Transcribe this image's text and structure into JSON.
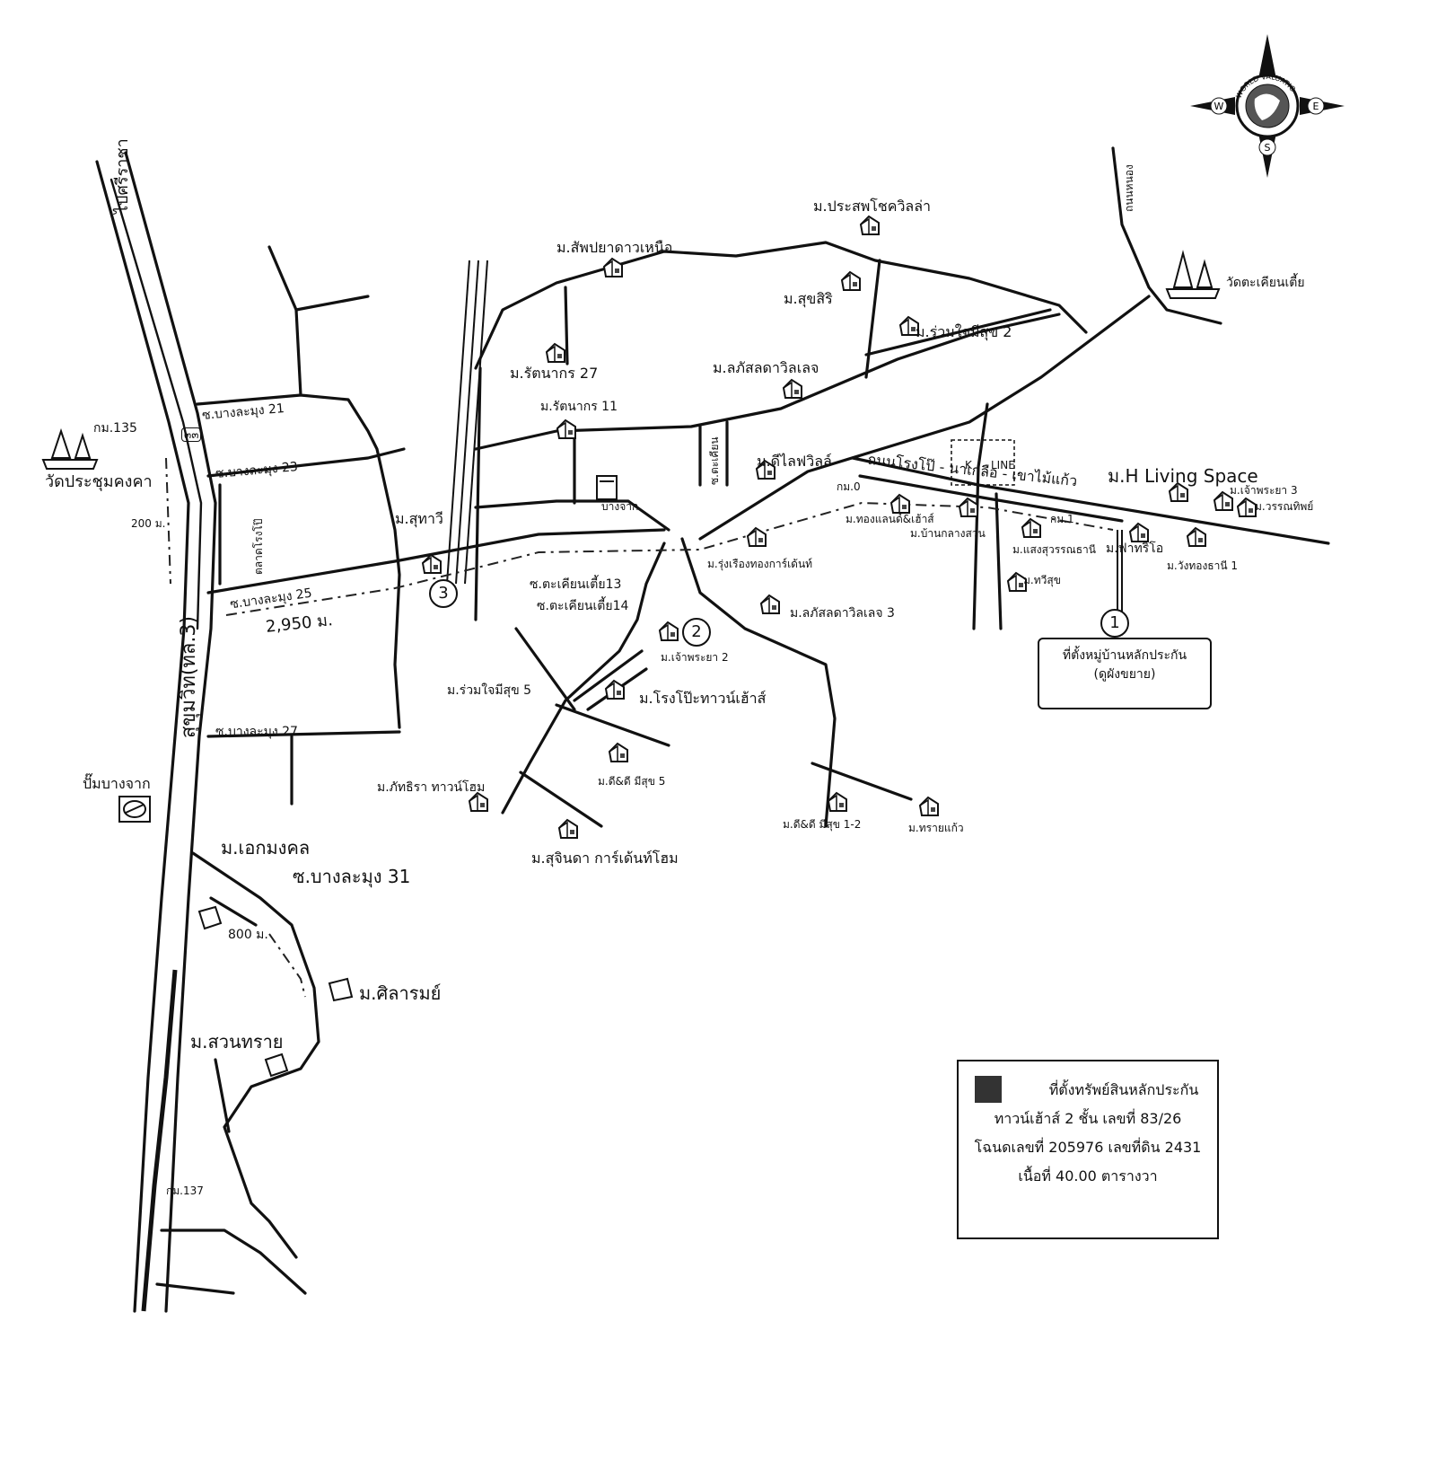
{
  "streets": {
    "sukhumvit": "สุขุมวิท(ทล.3)",
    "to_sriracha": "ไปศรีราชา",
    "soi_21": "ซ.บางละมุง 21",
    "soi_23": "ซ.บางละมุง 23",
    "soi_25": "ซ.บางละมุง 25",
    "soi_27": "ซ.บางละมุง 27",
    "soi_31": "ซ.บางละมุง 31",
    "soi_takhian_13": "ซ.ตะเคียนเตี้ย13",
    "soi_takhian_14": "ซ.ตะเคียนเตี้ย14",
    "main_road": "ถนนโรงโป๊ - นาเกลือ - เขาไม้แก้ว",
    "market_road": "ตลาดโรงโป๊",
    "soi_vertical": "ซ.ตะเคียน",
    "rd_east": "ถนนหนอง"
  },
  "distances": {
    "d_200": "200 ม.",
    "d_2950": "2,950 ม.",
    "d_800": "800 ม."
  },
  "km_markers": {
    "km135": "กม.135",
    "km137": "กม.137",
    "km0": "กม.0",
    "km1": "กม.1"
  },
  "landmarks": {
    "wat_prachum": "วัดประชุมคงคา",
    "wat_takhian": "วัดตะเคียนเตี้ย",
    "pump": "ปั๊มบางจาก",
    "bangchak_shop": "บางจาก",
    "k_line_k": "K",
    "k_line_line": "LINE",
    "route_shield": "๓๓"
  },
  "villages": {
    "prasopchok": "ม.ประสพโชควิลล่า",
    "sappaya": "ม.สัพปยาดาวเหนือ",
    "suksiri": "ม.สุขสิริ",
    "ruamjai2": "ม.ร่วมใจมีสุข 2",
    "rattanakorn27": "ม.รัตนากร 27",
    "lapat": "ม.ลภัสลดาวิลเลจ",
    "rattanakorn11": "ม.รัตนากร 11",
    "d_life": "ม.ดีไลฟวิลล์",
    "h_living": "ม.H Living Space",
    "chaophraya3": "ม.เจ้าพระยา 3",
    "wannathip": "ม.วรรณทิพย์",
    "thongland": "ม.ทองแลนด์&เฮ้าส์",
    "ban_klang": "ม.บ้านกลางสวน",
    "saengsuwan": "ม.แสงสุวรรณธานี",
    "fatario": "ม.ฟาทริโอ",
    "wangthong1": "ม.วังทองธานี 1",
    "thawisuk": "ม.ทวีสุข",
    "sutawee": "ม.สุทาวี",
    "rungrueang": "ม.รุ่งเรืองทองการ์เด้นท์",
    "lapat3": "ม.ลภัสลดาวิลเลจ 3",
    "chaophraya2": "ม.เจ้าพระยา 2",
    "ruamjai5": "ม.ร่วมใจมีสุข 5",
    "rongpo_th": "ม.โรงโป๊ะทาวน์เฮ้าส์",
    "dd5": "ม.ดี&ดี มีสุข 5",
    "phatthira": "ม.ภัทธิรา ทาวน์โฮม",
    "dd12": "ม.ดี&ดี มีสุข 1-2",
    "sai_kaew": "ม.ทรายแก้ว",
    "sujinda": "ม.สุจินดา การ์เด้นท์โฮม",
    "ekmongkol": "ม.เอกมงคล",
    "silarom": "ม.ศิลารมย์",
    "suan_sai": "ม.สวนทราย"
  },
  "markers": {
    "m1": "1",
    "m2": "2",
    "m3": "3"
  },
  "callout": {
    "line1": "ที่ตั้งหมู่บ้านหลักประกัน",
    "line2": "(ดูผังขยาย)"
  },
  "legend": {
    "line1": "ที่ตั้งทรัพย์สินหลักประกัน",
    "line2": "ทาวน์เฮ้าส์ 2 ชั้น เลขที่ 83/26",
    "line3": "โฉนดเลขที่ 205976 เลขที่ดิน 2431",
    "line4": "เนื้อที่ 40.00 ตารางวา"
  },
  "compass": {
    "brand": "WORLD VALUATION",
    "w": "W",
    "e": "E",
    "s": "S"
  },
  "colors": {
    "ink": "#111111",
    "swatch": "#333333",
    "paper": "#ffffff"
  }
}
